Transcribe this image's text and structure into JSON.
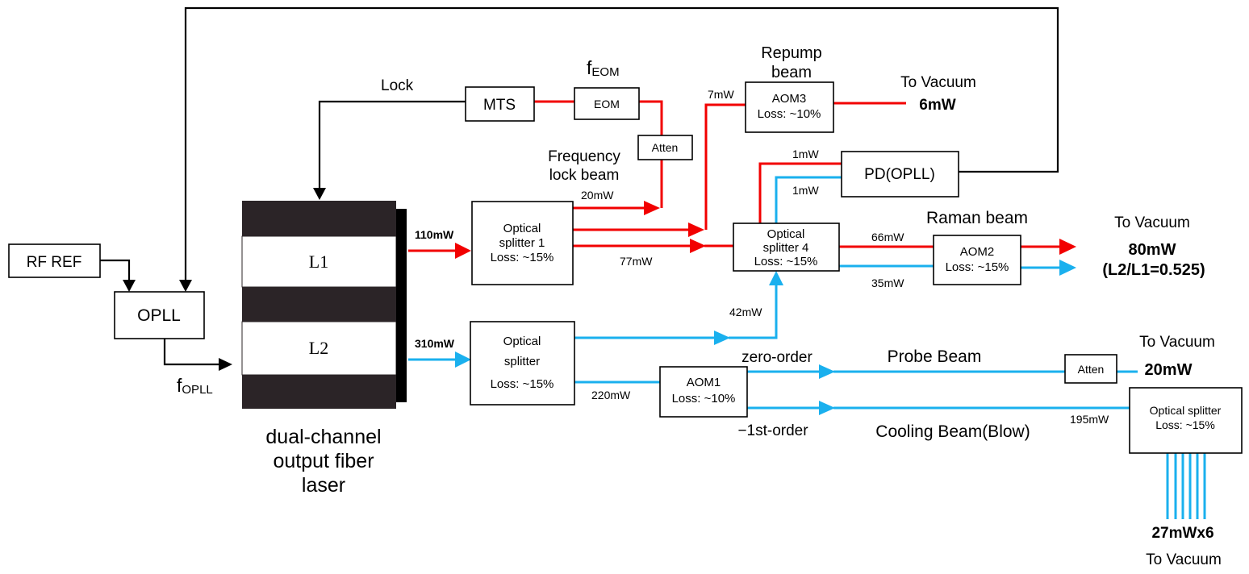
{
  "colors": {
    "red_beam": "#f20000",
    "blue_beam": "#1ab0ee",
    "structure": "#000000",
    "laser_dark": "#2b2427"
  },
  "laser": {
    "l1": "L1",
    "l2": "L2",
    "caption_line1": "dual-channel",
    "caption_line2": "output fiber",
    "caption_line3": "laser"
  },
  "control": {
    "rf_ref": "RF REF",
    "opll": "OPLL",
    "f_opll_base": "f",
    "f_opll_sub": "OPLL",
    "lock": "Lock",
    "mts": "MTS",
    "eom": "EOM",
    "f_eom_base": "f",
    "f_eom_sub": "EOM",
    "atten_top": "Atten",
    "freq_lock_line1": "Frequency",
    "freq_lock_line2": "lock beam",
    "pd": "PD(OPLL)"
  },
  "splitter1": {
    "line1": "Optical",
    "line2": "splitter 1",
    "loss": "Loss: ~15%"
  },
  "splitter_l2": {
    "line1": "Optical",
    "line2": "splitter",
    "loss": "Loss: ~15%"
  },
  "splitter4": {
    "line1": "Optical",
    "line2": "splitter 4",
    "loss": "Loss: ~15%"
  },
  "splitter_out": {
    "line1": "Optical splitter",
    "loss": "Loss: ~15%"
  },
  "aom1": {
    "name": "AOM1",
    "loss": "Loss: ~10%"
  },
  "aom2": {
    "name": "AOM2",
    "loss": "Loss: ~15%"
  },
  "aom3": {
    "name": "AOM3",
    "loss": "Loss: ~10%"
  },
  "atten_probe": "Atten",
  "powers": {
    "l1_out": "110mW",
    "l2_out": "310mW",
    "p20": "20mW",
    "p77": "77mW",
    "p7": "7mW",
    "p1_red": "1mW",
    "p1_blue": "1mW",
    "p66": "66mW",
    "p35": "35mW",
    "p42": "42mW",
    "p220": "220mW",
    "p195": "195mW"
  },
  "beams": {
    "repump_line1": "Repump",
    "repump_line2": "beam",
    "raman": "Raman beam",
    "probe": "Probe Beam",
    "cooling": "Cooling Beam(Blow)",
    "zero_order": "zero-order",
    "minus_first": "−1st-order"
  },
  "outputs": {
    "to_vacuum_repump": "To Vacuum",
    "repump_power": "6mW",
    "to_vacuum_raman": "To Vacuum",
    "raman_power": "80mW",
    "raman_ratio": "(L2/L1=0.525)",
    "to_vacuum_probe": "To Vacuum",
    "probe_power": "20mW",
    "cooling_power": "27mWx6",
    "to_vacuum_cooling": "To Vacuum"
  }
}
